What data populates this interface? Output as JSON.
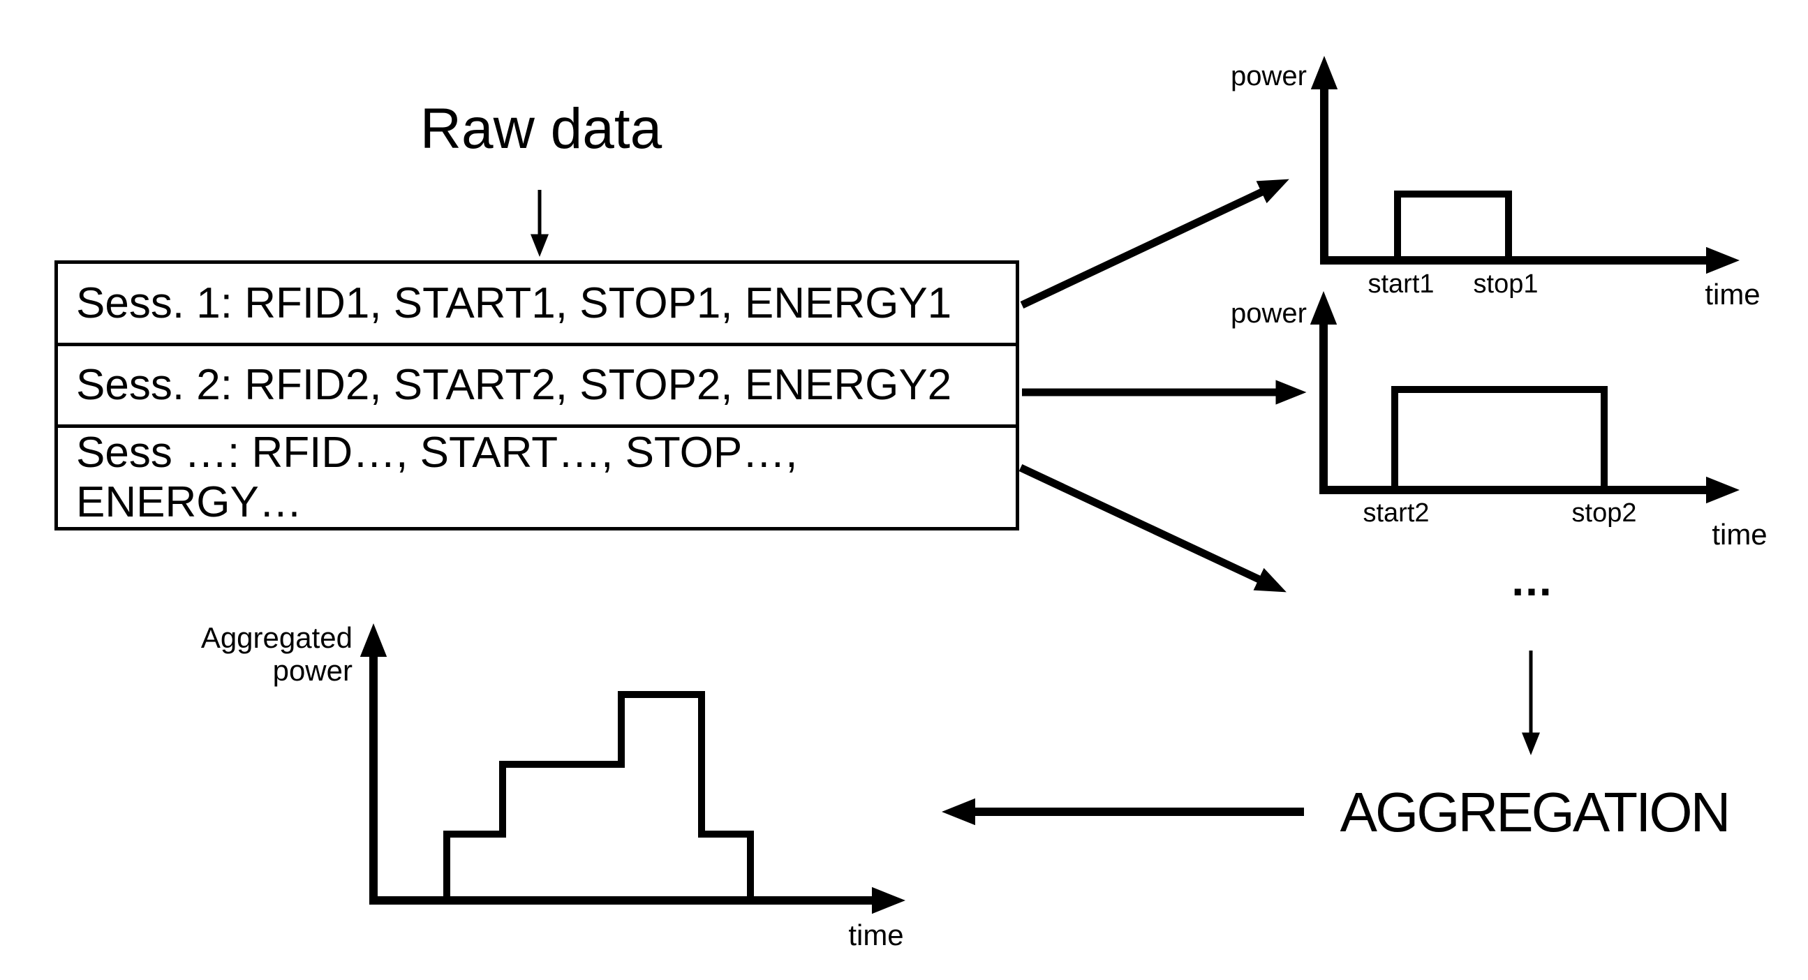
{
  "colors": {
    "ink": "#000000",
    "background": "#ffffff"
  },
  "title": "Raw data",
  "raw_table": {
    "rows": [
      {
        "label": "Sess. 1: RFID1, START1, STOP1, ENERGY1"
      },
      {
        "label": "Sess. 2: RFID2, START2, STOP2, ENERGY2"
      },
      {
        "label": "Sess …: RFID…, START…, STOP…, ENERGY…"
      }
    ]
  },
  "session_plots": [
    {
      "y_label": "power",
      "x_label": "time",
      "start_tick": "start1",
      "stop_tick": "stop1"
    },
    {
      "y_label": "power",
      "x_label": "time",
      "start_tick": "start2",
      "stop_tick": "stop2"
    }
  ],
  "ellipsis": "...",
  "aggregation": {
    "label": "AGGREGATION"
  },
  "aggregated_plot": {
    "y_label_line1": "Aggregated",
    "y_label_line2": "power",
    "x_label": "time"
  }
}
